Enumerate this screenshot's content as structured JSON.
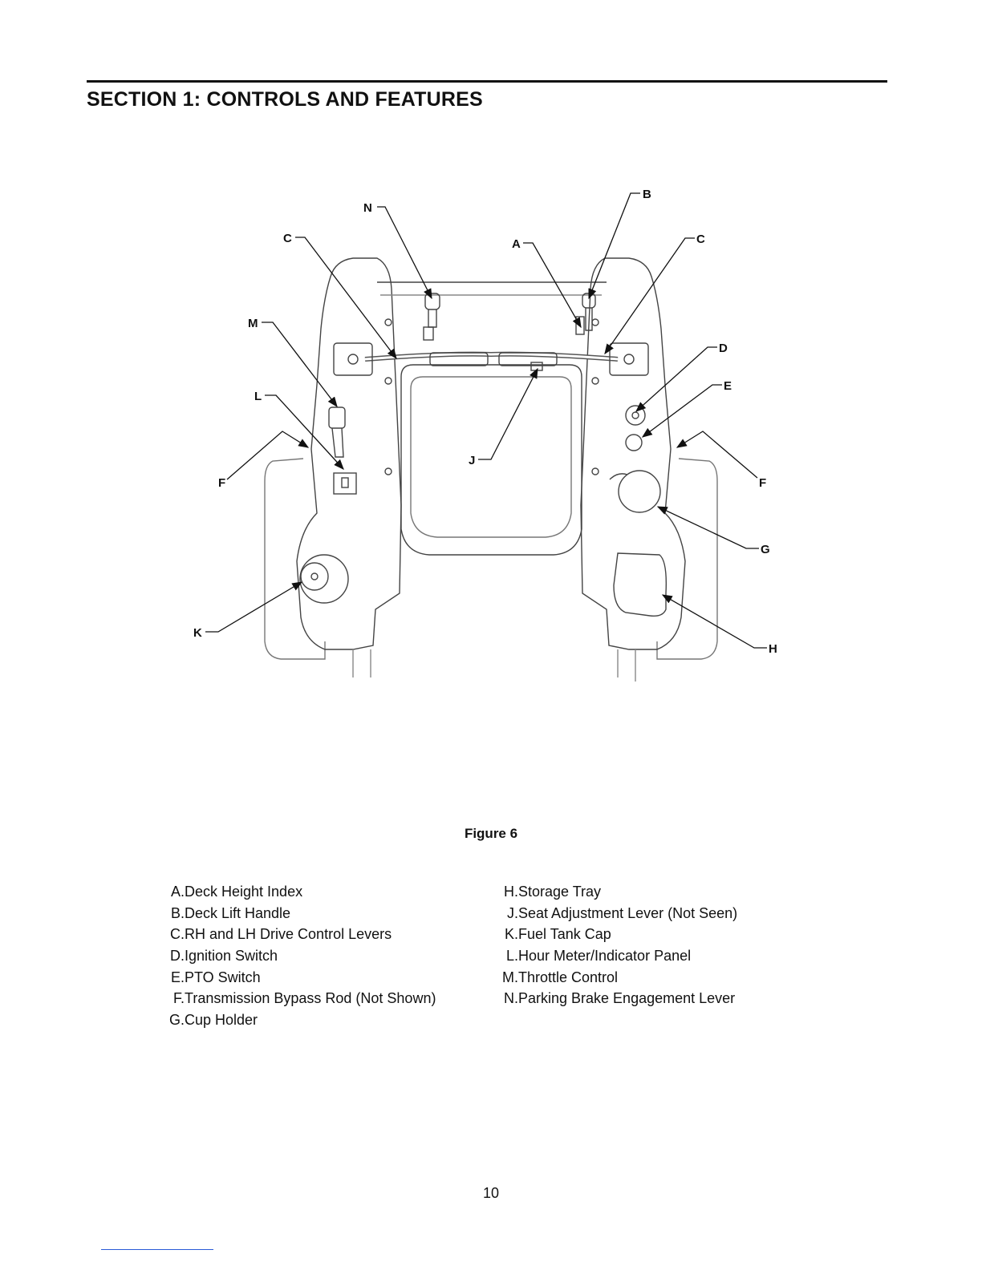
{
  "header": {
    "title": "SECTION 1: CONTROLS AND FEATURES"
  },
  "figure": {
    "caption": "Figure 6",
    "callouts": [
      "N",
      "C",
      "A",
      "B",
      "C",
      "M",
      "D",
      "L",
      "E",
      "J",
      "F",
      "F",
      "G",
      "K",
      "H"
    ]
  },
  "legend": {
    "left": [
      {
        "letter": "A.",
        "text": "Deck Height Index"
      },
      {
        "letter": "B.",
        "text": "Deck Lift Handle"
      },
      {
        "letter": "C.",
        "text": "RH and LH Drive Control Levers"
      },
      {
        "letter": "D.",
        "text": "Ignition Switch"
      },
      {
        "letter": "E.",
        "text": "PTO Switch"
      },
      {
        "letter": "F.",
        "text": "Transmission Bypass Rod (Not Shown)"
      },
      {
        "letter": "G.",
        "text": "Cup Holder"
      }
    ],
    "right": [
      {
        "letter": "H.",
        "text": "Storage Tray"
      },
      {
        "letter": "J.",
        "text": "Seat Adjustment Lever (Not Seen)"
      },
      {
        "letter": "K.",
        "text": "Fuel Tank Cap"
      },
      {
        "letter": "L.",
        "text": "Hour Meter/Indicator Panel"
      },
      {
        "letter": "M.",
        "text": "Throttle Control"
      },
      {
        "letter": "N.",
        "text": "Parking Brake Engagement Lever"
      }
    ]
  },
  "footer": {
    "page_number": "10"
  }
}
